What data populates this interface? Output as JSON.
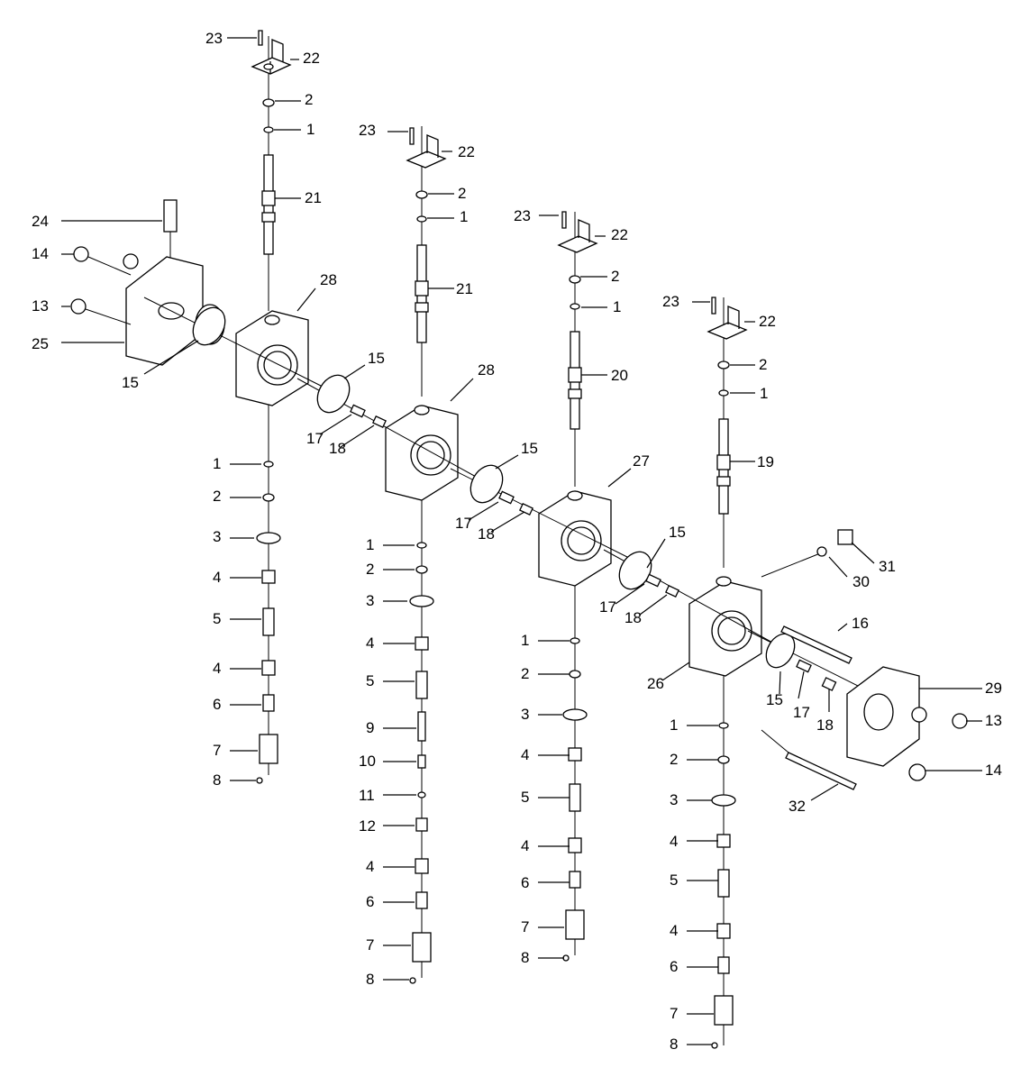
{
  "diagram": {
    "kind": "exploded parts diagram",
    "labels": [
      "1",
      "2",
      "3",
      "4",
      "5",
      "6",
      "7",
      "8",
      "9",
      "10",
      "11",
      "12",
      "13",
      "14",
      "15",
      "16",
      "17",
      "18",
      "19",
      "20",
      "21",
      "22",
      "23",
      "24",
      "25",
      "26",
      "27",
      "28",
      "29",
      "30",
      "31",
      "32"
    ],
    "stacks": [
      {
        "id": "stack-1",
        "top_parts": [
          "23",
          "22",
          "2",
          "1",
          "21"
        ],
        "body": "28",
        "bottom_parts": [
          "1",
          "2",
          "3",
          "4",
          "5",
          "4",
          "6",
          "7",
          "8"
        ]
      },
      {
        "id": "stack-2",
        "top_parts": [
          "23",
          "22",
          "2",
          "1",
          "21"
        ],
        "body": "28",
        "bottom_parts": [
          "1",
          "2",
          "3",
          "4",
          "5",
          "9",
          "10",
          "11",
          "12",
          "4",
          "6",
          "7",
          "8"
        ]
      },
      {
        "id": "stack-3",
        "top_parts": [
          "23",
          "22",
          "2",
          "1",
          "20"
        ],
        "body": "27",
        "bottom_parts": [
          "1",
          "2",
          "3",
          "4",
          "5",
          "4",
          "6",
          "7",
          "8"
        ]
      },
      {
        "id": "stack-4",
        "top_parts": [
          "23",
          "22",
          "2",
          "1",
          "19"
        ],
        "body": "26",
        "bottom_parts": [
          "1",
          "2",
          "3",
          "4",
          "5",
          "4",
          "6",
          "7",
          "8"
        ]
      }
    ],
    "side_parts": [
      "24",
      "14",
      "13",
      "25",
      "15",
      "17",
      "18",
      "16",
      "29",
      "30",
      "31",
      "32"
    ]
  }
}
